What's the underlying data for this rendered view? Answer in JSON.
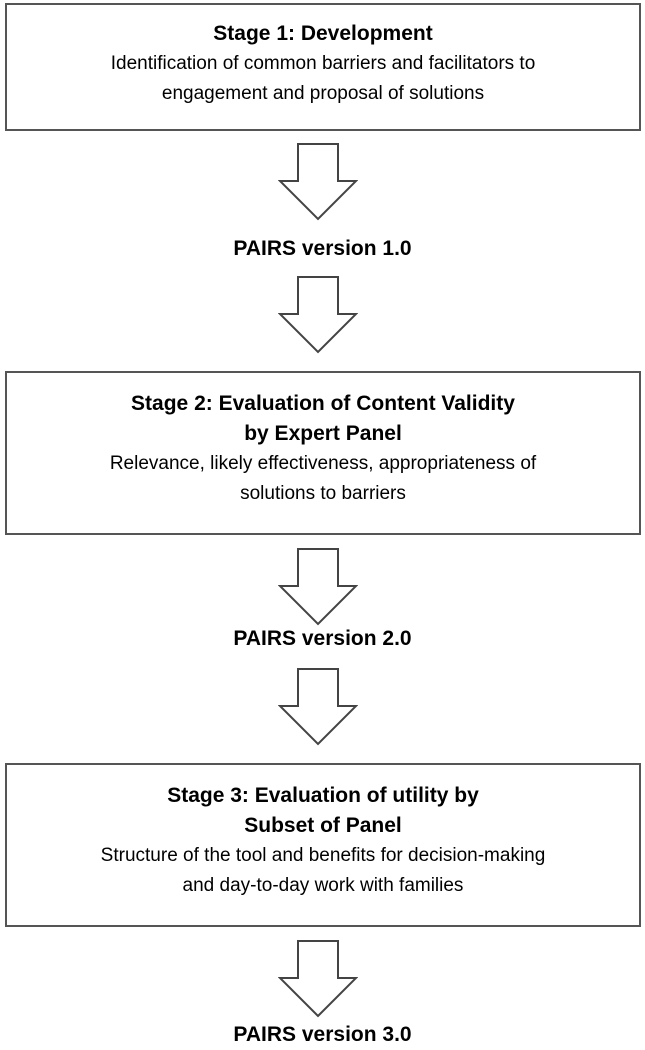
{
  "stages": [
    {
      "title_lines": [
        "Stage 1: Development"
      ],
      "desc_lines": [
        "Identification of common barriers and facilitators to",
        "engagement and proposal of solutions"
      ]
    },
    {
      "title_lines": [
        "Stage 2: Evaluation of Content Validity",
        "by Expert Panel"
      ],
      "desc_lines": [
        "Relevance, likely effectiveness, appropriateness of",
        "solutions to barriers"
      ]
    },
    {
      "title_lines": [
        "Stage 3: Evaluation of utility by",
        "Subset of Panel"
      ],
      "desc_lines": [
        "Structure of the tool and benefits for decision-making",
        "and day-to-day work with families"
      ]
    }
  ],
  "versions": [
    "PAIRS version 1.0",
    "PAIRS version 2.0",
    "PAIRS version 3.0"
  ],
  "colors": {
    "border": "#555555",
    "arrow_stroke": "#444444",
    "text": "#000000"
  }
}
